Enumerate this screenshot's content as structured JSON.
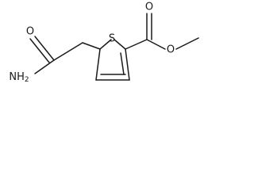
{
  "molecule": {
    "atoms": {
      "sulfur": "S",
      "amide_oxygen": "O",
      "amine": "NH",
      "amine_subscript": "2",
      "carbonyl_oxygen": "O",
      "ester_oxygen": "O"
    }
  }
}
